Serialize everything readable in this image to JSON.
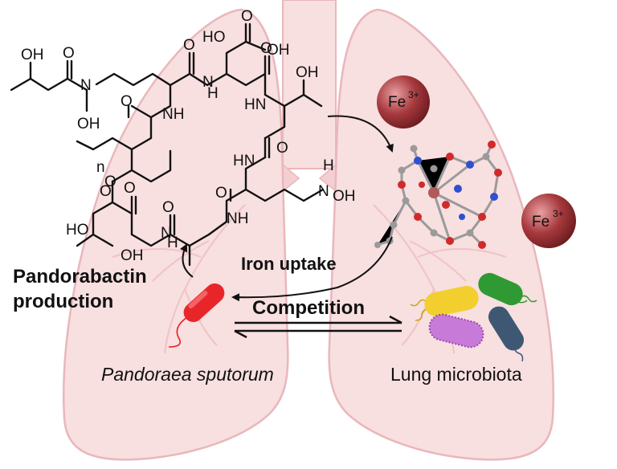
{
  "labels": {
    "production": [
      "Pandorabactin",
      "production"
    ],
    "iron_uptake": "Iron uptake",
    "competition": "Competition",
    "producer": "Pandoraea sputorum",
    "microbiota": "Lung microbiota",
    "fe_label": "Fe",
    "fe_charge": "3+",
    "index_n": "n"
  },
  "atoms": {
    "oh": "OH",
    "ho": "HO",
    "o": "O",
    "n": "N",
    "nh": "NH",
    "h": "H",
    "hn": "HN"
  },
  "colors": {
    "lung": "#f8dfe0",
    "lung_outline": "#e9b7bb",
    "fe_ball": "#a6393d",
    "bacterium_red": "#e8262a",
    "bacterium_yellow": "#f2cf2e",
    "bacterium_green": "#2f9a33",
    "bacterium_purple": "#c77ad8",
    "bacterium_blue": "#3e5873"
  }
}
